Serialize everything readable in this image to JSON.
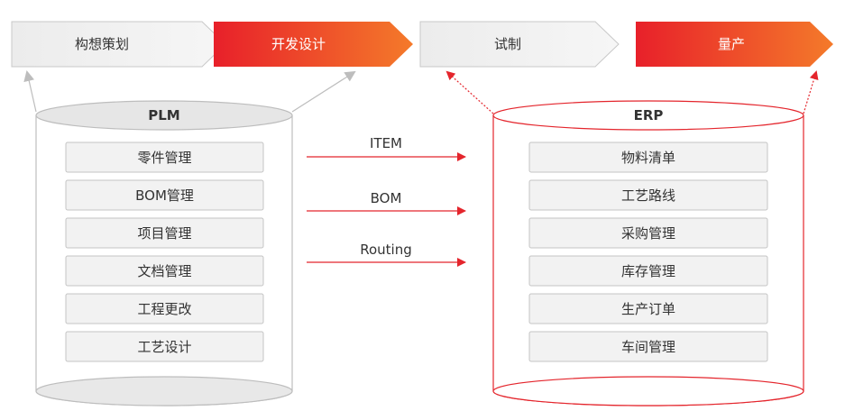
{
  "stages": [
    {
      "label": "构想策划",
      "active": false
    },
    {
      "label": "开发设计",
      "active": true
    },
    {
      "label": "试制",
      "active": false
    },
    {
      "label": "量产",
      "active": true
    }
  ],
  "plm": {
    "title": "PLM",
    "modules": [
      "零件管理",
      "BOM管理",
      "项目管理",
      "文档管理",
      "工程更改",
      "工艺设计"
    ]
  },
  "erp": {
    "title": "ERP",
    "modules": [
      "物料清单",
      "工艺路线",
      "采购管理",
      "库存管理",
      "生产订单",
      "车间管理"
    ]
  },
  "flows": [
    {
      "label": "ITEM"
    },
    {
      "label": "BOM"
    },
    {
      "label": "Routing"
    }
  ],
  "colors": {
    "gray_fill": "#efefef",
    "gray_stroke": "#bdbdbd",
    "accent_start": "#e8202a",
    "accent_end": "#f47a2a",
    "arrow_red": "#e4252c"
  }
}
